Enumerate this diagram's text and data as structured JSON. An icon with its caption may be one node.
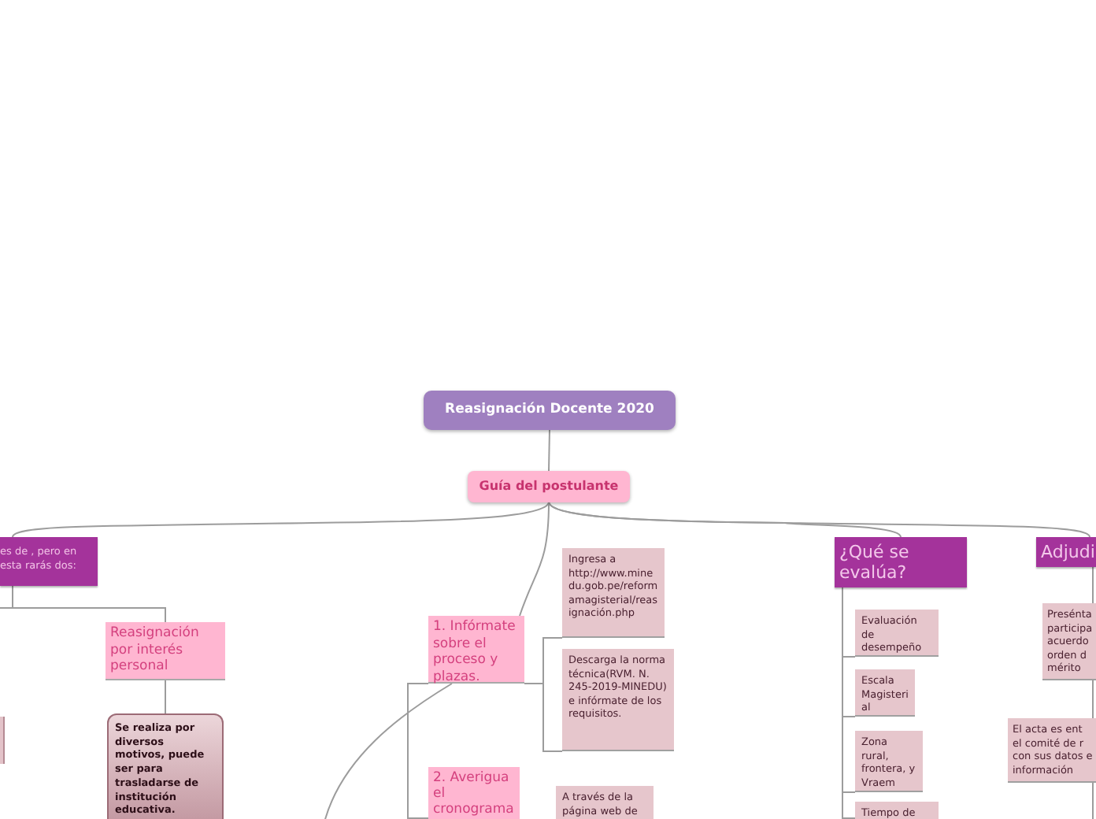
{
  "diagram": {
    "nodes": [
      {
        "text": [
          "Reasignación Docente 2020"
        ]
      },
      {
        "text": [
          "Guía del postulante"
        ]
      },
      {
        "text": [
          "es de , pero en esta rarás dos:"
        ]
      },
      {
        "text": [
          "Reasignación por interés personal"
        ]
      },
      {
        "text": [
          "Se realiza por diversos motivos, puede ser para trasladarse de institución educativa."
        ]
      },
      {
        "text": [],
        "shape": "box"
      },
      {
        "text": [
          "1. Infórmate sobre el proceso y plazas."
        ]
      },
      {
        "text": [
          "Ingresa a http://www.minedu.gob.pe/reformamagisterial/reasignación.php"
        ]
      },
      {
        "text": [
          "Descarga la norma técnica(RVM. N. 245-2019-MINEDU) e infórmate de los requisitos."
        ]
      },
      {
        "text": [
          "2. Averigua el cronograma"
        ]
      },
      {
        "text": [
          "A través de la página web de"
        ]
      },
      {
        "text": [
          "¿Qué se evalúa?"
        ]
      },
      {
        "text": [
          "Evaluación de desempeño"
        ]
      },
      {
        "text": [
          "Escala Magisterial"
        ]
      },
      {
        "text": [
          "Zona rural, frontera, y Vraem"
        ]
      },
      {
        "text": [
          "Tiempo de"
        ]
      },
      {
        "text": [
          "Adjudi"
        ]
      },
      {
        "text": [
          "Presénta participa acuerdo orden d mérito"
        ]
      },
      {
        "text": [
          "El acta es ent el comité de r con sus datos e información"
        ]
      }
    ],
    "edges": [
      {
        "from": 0,
        "to": 1,
        "arrow": "none"
      },
      {
        "from": 1,
        "to": 2,
        "arrow": "none"
      },
      {
        "from": 1,
        "to": 6,
        "arrow": "none"
      },
      {
        "from": 1,
        "to": 11,
        "arrow": "none"
      },
      {
        "from": 1,
        "to": 16,
        "arrow": "none"
      },
      {
        "from": 2,
        "to": 3,
        "arrow": "none"
      },
      {
        "from": 3,
        "to": 4,
        "arrow": "none"
      },
      {
        "from": 6,
        "to": 7,
        "arrow": "none"
      },
      {
        "from": 6,
        "to": 8,
        "arrow": "none"
      },
      {
        "from": 6,
        "to": 9,
        "arrow": "none"
      },
      {
        "from": 6,
        "to": null,
        "arrow": "none"
      },
      {
        "from": 11,
        "to": 12,
        "arrow": "none"
      },
      {
        "from": 11,
        "to": 13,
        "arrow": "none"
      },
      {
        "from": 11,
        "to": 14,
        "arrow": "none"
      },
      {
        "from": 11,
        "to": 15,
        "arrow": "none"
      },
      {
        "from": 16,
        "to": 17,
        "arrow": "none"
      },
      {
        "from": 17,
        "to": 18,
        "arrow": "none"
      },
      {
        "from": 18,
        "to": null,
        "arrow": "none"
      },
      {
        "from": 2,
        "to": null,
        "arrow": "none"
      }
    ]
  }
}
